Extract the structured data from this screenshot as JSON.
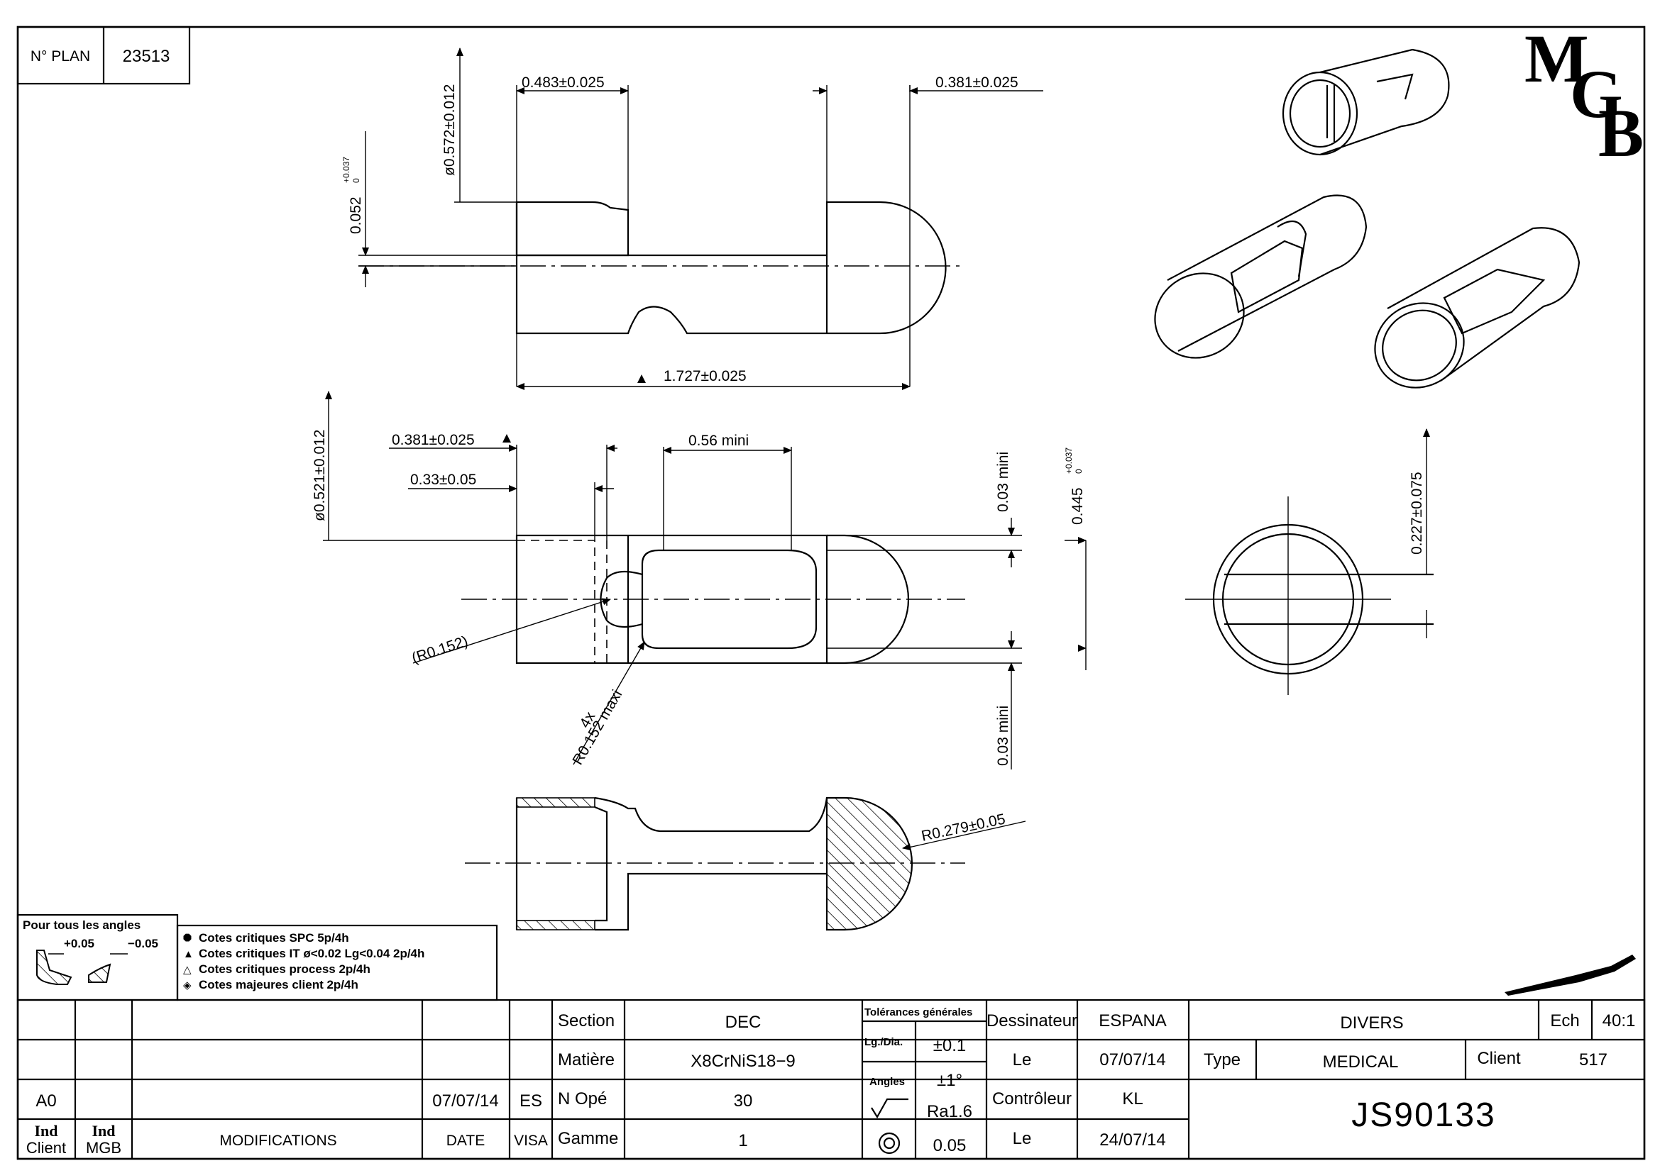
{
  "colors": {
    "ink": "#000000",
    "paper": "#ffffff"
  },
  "header": {
    "plan_label": "N° PLAN",
    "plan_number": "23513"
  },
  "logo": {
    "letters": [
      "M",
      "G",
      "B"
    ]
  },
  "dimensions": {
    "d1": "0.483±0.025",
    "d2": "0.381±0.025",
    "d3": "ø0.572±0.012",
    "d4": "0.052",
    "d4_tol_up": "+0.037",
    "d4_tol_low": "0",
    "d5": "1.727±0.025",
    "d6": "0.381±0.025",
    "d7": "0.33±0.05",
    "d8": "0.56  mini",
    "d9": "ø0.521±0.012",
    "d10": "0.03  mini",
    "d11": "0.445",
    "d11_tol_up": "+0.037",
    "d11_tol_low": "0",
    "d12": "(R0.152)",
    "d13_a": "4x",
    "d13_b": "R0.152  maxi",
    "d14": "0.03  mini",
    "d15": "0.227±0.075",
    "d16": "R0.279±0.05"
  },
  "angles_note": {
    "title": "Pour  tous  les  angles",
    "plus": "+0.05",
    "minus": "−0.05"
  },
  "legend": [
    "Cotes  critiques  SPC  5p/4h",
    "Cotes  critiques  IT  ø<0.02  Lg<0.04  2p/4h",
    "Cotes  critiques  process  2p/4h",
    "Cotes  majeures  client  2p/4h"
  ],
  "title_block": {
    "revision": {
      "ind_client": "A0",
      "date": "07/07/14",
      "visa": "ES"
    },
    "headers": {
      "ind_client": "Ind\nClient",
      "ind_mgb": "Ind\nMGB",
      "modifications": "MODIFICATIONS",
      "date": "DATE",
      "visa": "VISA"
    },
    "section_label": "Section",
    "section_value": "DEC",
    "matiere_label": "Matière",
    "matiere_value": "X8CrNiS18−9",
    "n_ope_label": "N  Opé",
    "n_ope_value": "30",
    "gamme_label": "Gamme",
    "gamme_value": "1",
    "tol_header": "Tolérances  générales",
    "tol_lg_label": "Lg./Dia.",
    "tol_lg_value": "±0.1",
    "tol_angles_label": "Angles",
    "tol_angles_value": "±1°",
    "roughness_value": "Ra1.6",
    "concentricity_value": "0.05",
    "dessinateur_label": "Dessinateur",
    "dessinateur_value": "ESPANA",
    "le1_label": "Le",
    "le1_value": "07/07/14",
    "controleur_label": "Contrôleur",
    "controleur_value": "KL",
    "le2_label": "Le",
    "le2_value": "24/07/14",
    "family_value": "DIVERS",
    "ech_label": "Ech",
    "ech_value": "40:1",
    "type_label": "Type",
    "type_value": "MEDICAL",
    "client_label": "Client",
    "client_value": "517",
    "reference": "JS90133"
  }
}
